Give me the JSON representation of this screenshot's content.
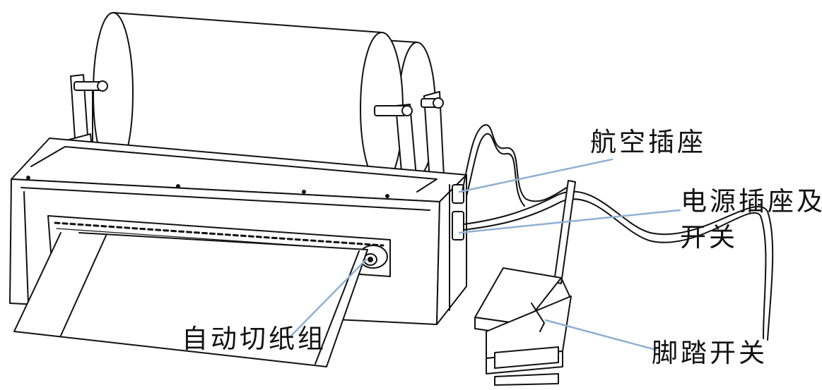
{
  "labels": {
    "aviation_socket": "航空插座",
    "power_socket_line1": "电源插座及",
    "power_socket_line2": "开关",
    "auto_cutter": "自动切纸组",
    "foot_switch": "脚踏开关"
  },
  "colors": {
    "line": "#111111",
    "leader": "#8fb0d4",
    "background": "#ffffff"
  }
}
